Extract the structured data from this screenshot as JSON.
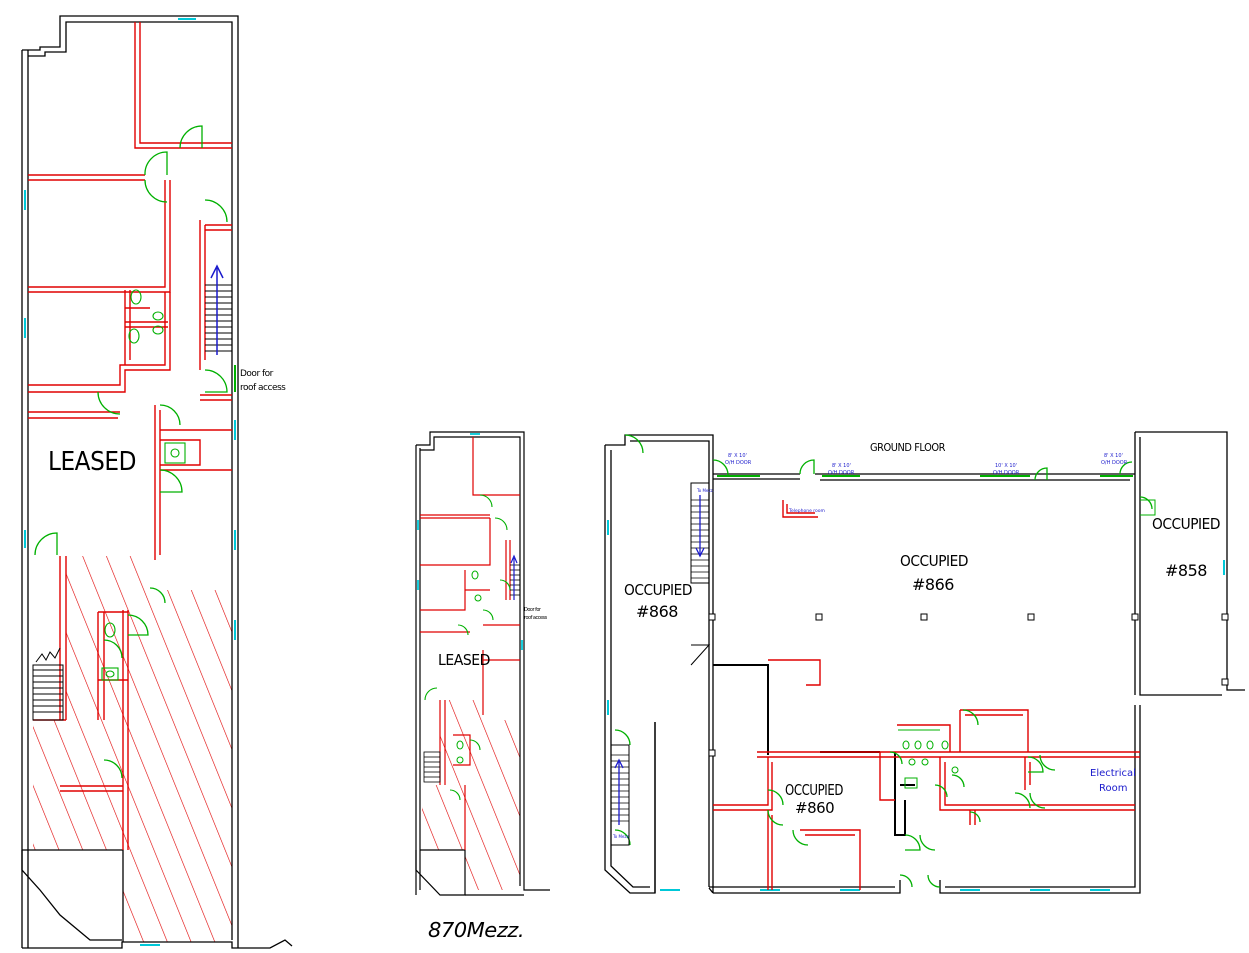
{
  "large_plan": {
    "status_label": "LEASED",
    "roof_note_line1": "Door for",
    "roof_note_line2": "roof access"
  },
  "small_plan": {
    "status_label": "LEASED",
    "roof_note_line1": "Door for",
    "roof_note_line2": "roof access",
    "caption": "870Mezz."
  },
  "ground_plan": {
    "title": "GROUND FLOOR",
    "units": [
      {
        "status": "OCCUPIED",
        "number": "#868"
      },
      {
        "status": "OCCUPIED",
        "number": "#866"
      },
      {
        "status": "OCCUPIED",
        "number": "#858"
      },
      {
        "status": "OCCUPIED",
        "number": "#860"
      }
    ],
    "doors": [
      {
        "line1": "8' X 10'",
        "line2": "O/H DOOR"
      },
      {
        "line1": "8' X 10'",
        "line2": "O/H DOOR"
      },
      {
        "line1": "10' X 10'",
        "line2": "O/H DOOR"
      },
      {
        "line1": "8' X 10'",
        "line2": "O/H DOOR"
      }
    ],
    "telephone_room": "Telephone room",
    "electrical_room_line1": "Electrical",
    "electrical_room_line2": "Room",
    "to_mezz_top": "To Mezz.",
    "to_mezz_bottom": "To Mezz."
  },
  "colors": {
    "wall": "#000000",
    "partition": "#e00000",
    "door_swing": "#00b000",
    "window": "#00c8d8",
    "stair_arrow": "#1a1acc"
  }
}
